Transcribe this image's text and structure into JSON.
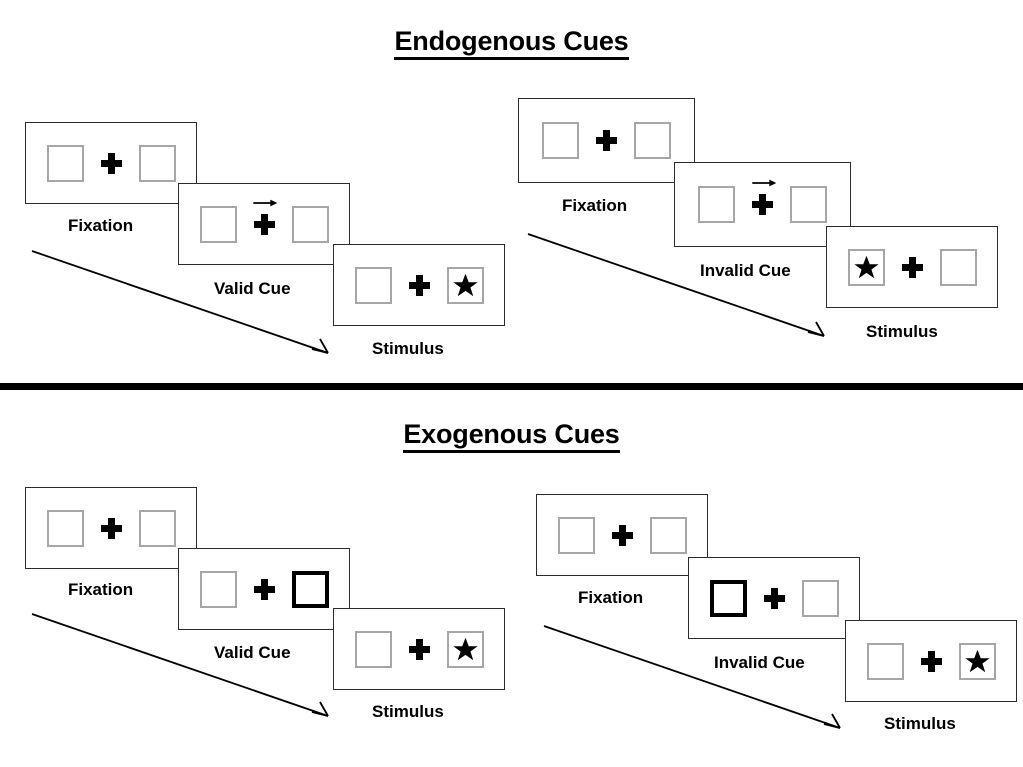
{
  "figure": {
    "background_color": "#ffffff",
    "line_color": "#2b2b2b",
    "box_border_color": "#a6a6a6",
    "cued_box_border_color": "#000000",
    "marker_color": "#000000"
  },
  "sections": [
    {
      "title": "Endogenous Cues",
      "cue_type": "arrow",
      "sequences": [
        {
          "condition": "valid",
          "frames": [
            {
              "label": "Fixation",
              "left_box": "empty",
              "right_box": "empty",
              "cue": "none"
            },
            {
              "label": "Valid Cue",
              "left_box": "empty",
              "right_box": "empty",
              "cue": "arrow-right"
            },
            {
              "label": "Stimulus",
              "left_box": "empty",
              "right_box": "star",
              "cue": "none"
            }
          ]
        },
        {
          "condition": "invalid",
          "frames": [
            {
              "label": "Fixation",
              "left_box": "empty",
              "right_box": "empty",
              "cue": "none"
            },
            {
              "label": "Invalid Cue",
              "left_box": "empty",
              "right_box": "empty",
              "cue": "arrow-right"
            },
            {
              "label": "Stimulus",
              "left_box": "star",
              "right_box": "empty",
              "cue": "none"
            }
          ]
        }
      ]
    },
    {
      "title": "Exogenous Cues",
      "cue_type": "box-highlight",
      "sequences": [
        {
          "condition": "valid",
          "frames": [
            {
              "label": "Fixation",
              "left_box": "empty",
              "right_box": "empty",
              "cue": "none"
            },
            {
              "label": "Valid Cue",
              "left_box": "empty",
              "right_box": "highlight",
              "cue": "none"
            },
            {
              "label": "Stimulus",
              "left_box": "empty",
              "right_box": "star",
              "cue": "none"
            }
          ]
        },
        {
          "condition": "invalid",
          "frames": [
            {
              "label": "Fixation",
              "left_box": "empty",
              "right_box": "empty",
              "cue": "none"
            },
            {
              "label": "Invalid Cue",
              "left_box": "highlight",
              "right_box": "empty",
              "cue": "none"
            },
            {
              "label": "Stimulus",
              "left_box": "empty",
              "right_box": "star",
              "cue": "none"
            }
          ]
        }
      ]
    }
  ],
  "time_arrows": {
    "count": 4,
    "direction": "down-right",
    "meaning": "time"
  }
}
